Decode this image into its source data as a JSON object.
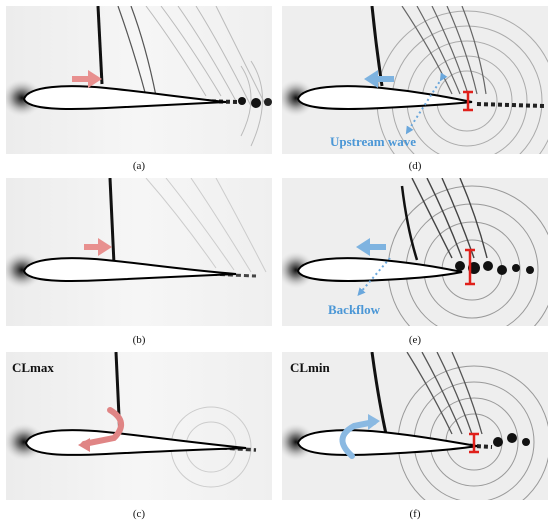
{
  "panels": [
    {
      "id": "a",
      "caption": "(a)"
    },
    {
      "id": "b",
      "caption": "(b)"
    },
    {
      "id": "c",
      "caption": "(c)",
      "label": "CLmax"
    },
    {
      "id": "d",
      "caption": "(d)",
      "label": "Upstream wave"
    },
    {
      "id": "e",
      "caption": "(e)",
      "label": "Backflow"
    },
    {
      "id": "f",
      "caption": "(f)",
      "label": "CLmin"
    }
  ],
  "colors": {
    "red_arrow": "#e8908f",
    "blue_arrow": "#7eb3e0",
    "annotation_blue": "#4b97d6",
    "bar_red": "#e0201b"
  }
}
